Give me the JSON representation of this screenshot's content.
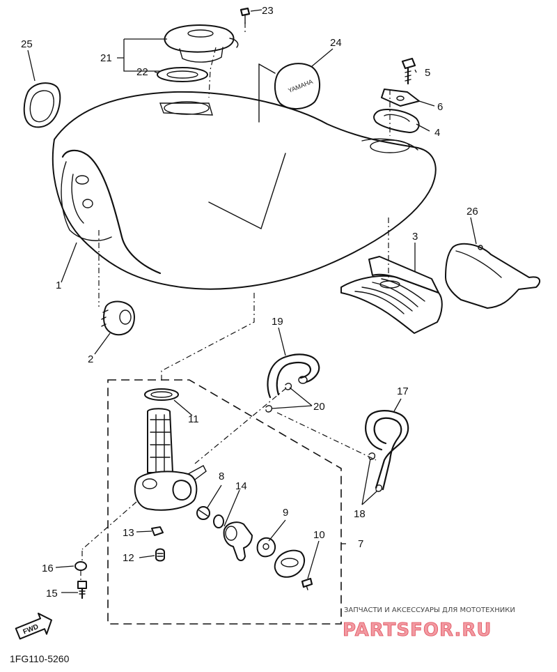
{
  "diagram_code": "1FG110-5260",
  "callouts": [
    {
      "id": "1",
      "label": "1"
    },
    {
      "id": "2",
      "label": "2"
    },
    {
      "id": "3",
      "label": "3"
    },
    {
      "id": "4",
      "label": "4"
    },
    {
      "id": "5",
      "label": "5"
    },
    {
      "id": "6",
      "label": "6"
    },
    {
      "id": "7",
      "label": "7"
    },
    {
      "id": "8",
      "label": "8"
    },
    {
      "id": "9",
      "label": "9"
    },
    {
      "id": "10",
      "label": "10"
    },
    {
      "id": "11",
      "label": "11"
    },
    {
      "id": "12",
      "label": "12"
    },
    {
      "id": "13",
      "label": "13"
    },
    {
      "id": "14",
      "label": "14"
    },
    {
      "id": "15",
      "label": "15"
    },
    {
      "id": "16",
      "label": "16"
    },
    {
      "id": "17",
      "label": "17"
    },
    {
      "id": "18",
      "label": "18"
    },
    {
      "id": "19",
      "label": "19"
    },
    {
      "id": "20",
      "label": "20"
    },
    {
      "id": "21",
      "label": "21"
    },
    {
      "id": "22",
      "label": "22"
    },
    {
      "id": "23",
      "label": "23"
    },
    {
      "id": "24",
      "label": "24"
    },
    {
      "id": "25",
      "label": "25"
    },
    {
      "id": "26",
      "label": "26"
    }
  ],
  "forward_marker": "FWD",
  "emblem_text": "YAMAHA",
  "watermark": {
    "tagline": "ЗАПЧАСТИ И АКСЕССУАРЫ ДЛЯ МОТОТЕХНИКИ",
    "brand": "PARTSFOR.RU"
  }
}
